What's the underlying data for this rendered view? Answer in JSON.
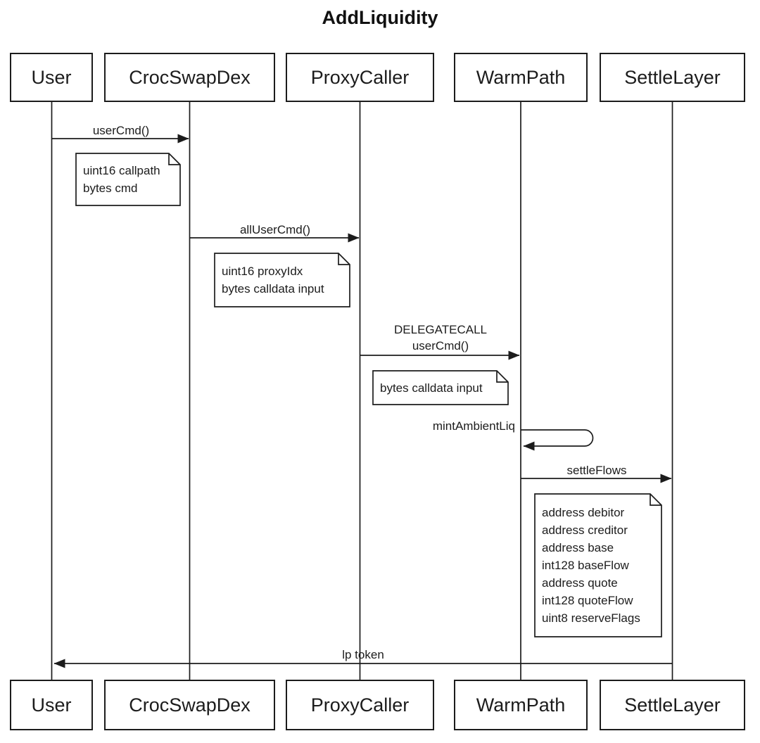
{
  "title": "AddLiquidity",
  "participants": [
    {
      "name": "User"
    },
    {
      "name": "CrocSwapDex"
    },
    {
      "name": "ProxyCaller"
    },
    {
      "name": "WarmPath"
    },
    {
      "name": "SettleLayer"
    }
  ],
  "messages": {
    "user_cmd": {
      "label": "userCmd()",
      "from": "User",
      "to": "CrocSwapDex"
    },
    "all_user_cmd": {
      "label": "allUserCmd()",
      "from": "CrocSwapDex",
      "to": "ProxyCaller"
    },
    "delegatecall": {
      "label": [
        "DELEGATECALL",
        "userCmd()"
      ],
      "from": "ProxyCaller",
      "to": "WarmPath"
    },
    "mint_ambient_liq": {
      "label": "mintAmbientLiq",
      "from": "WarmPath",
      "to": "WarmPath"
    },
    "settle_flows": {
      "label": "settleFlows",
      "from": "WarmPath",
      "to": "SettleLayer"
    },
    "lp_token": {
      "label": "lp token",
      "from": "SettleLayer",
      "to": "User"
    }
  },
  "notes": {
    "user_cmd_note": {
      "lines": [
        "uint16 callpath",
        "bytes cmd"
      ]
    },
    "all_user_cmd_note": {
      "lines": [
        "uint16 proxyIdx",
        "bytes calldata input"
      ]
    },
    "delegatecall_note": {
      "lines": [
        "bytes calldata input"
      ]
    },
    "settle_flows_note": {
      "lines": [
        "address debitor",
        "address creditor",
        "address base",
        "int128 baseFlow",
        "address quote",
        "int128 quoteFlow",
        "uint8 reserveFlags"
      ]
    }
  },
  "colors": {
    "line": "#1c1c1c",
    "background": "#ffffff"
  }
}
